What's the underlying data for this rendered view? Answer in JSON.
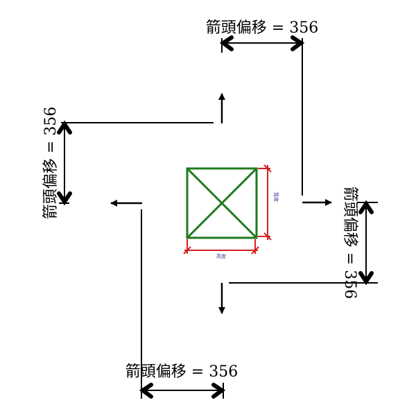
{
  "labels": {
    "top": "箭頭偏移 = 356",
    "left": "箭頭偏移 = 356",
    "right": "箭頭偏移 = 356",
    "bottom": "箭頭偏移 = 356"
  },
  "dimensions": {
    "width_label": "寬度",
    "height_label": "高度"
  },
  "colors": {
    "box": "#1f7a1f",
    "dimension": "#d42020",
    "line": "#000000",
    "dim_text": "#3a3a9a"
  }
}
